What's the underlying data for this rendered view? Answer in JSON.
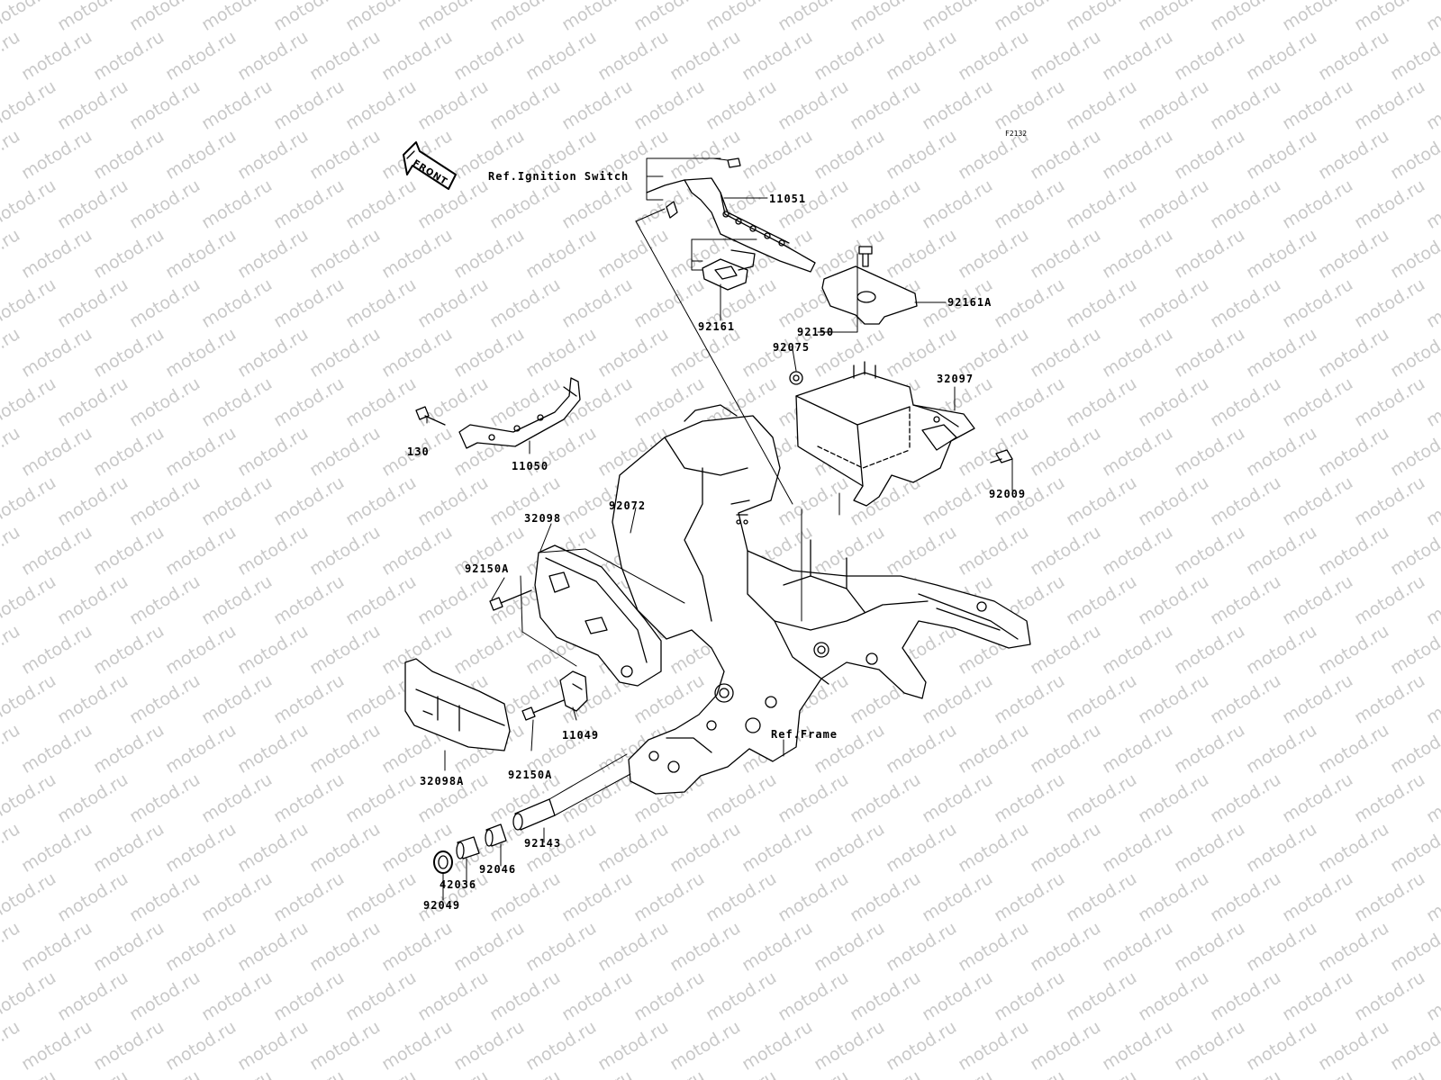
{
  "diagram_code": "F2132",
  "direction_arrow": "FRONT",
  "watermark": "motod.ru",
  "references": {
    "ignition_switch": "Ref.Ignition Switch",
    "frame": "Ref.Frame"
  },
  "parts": [
    {
      "id": "p11051",
      "number": "11051"
    },
    {
      "id": "p92161",
      "number": "92161"
    },
    {
      "id": "p92161a",
      "number": "92161A"
    },
    {
      "id": "p92150",
      "number": "92150"
    },
    {
      "id": "p92075",
      "number": "92075"
    },
    {
      "id": "p32097",
      "number": "32097"
    },
    {
      "id": "p92009",
      "number": "92009"
    },
    {
      "id": "p130",
      "number": "130"
    },
    {
      "id": "p11050",
      "number": "11050"
    },
    {
      "id": "p92072",
      "number": "92072"
    },
    {
      "id": "p32098",
      "number": "32098"
    },
    {
      "id": "p92150a_1",
      "number": "92150A"
    },
    {
      "id": "p92150a_2",
      "number": "92150A"
    },
    {
      "id": "p11049",
      "number": "11049"
    },
    {
      "id": "p32098a",
      "number": "32098A"
    },
    {
      "id": "p92143",
      "number": "92143"
    },
    {
      "id": "p92046",
      "number": "92046"
    },
    {
      "id": "p42036",
      "number": "42036"
    },
    {
      "id": "p92049",
      "number": "92049"
    }
  ]
}
